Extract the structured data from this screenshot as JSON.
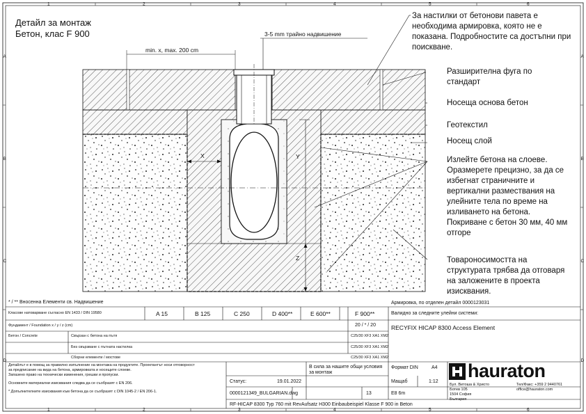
{
  "frame": {
    "col_markers": [
      "1",
      "2",
      "3",
      "4",
      "5",
      "6"
    ],
    "row_markers": [
      "A",
      "B",
      "C",
      "D"
    ]
  },
  "title": {
    "line1": "Детайл за монтаж",
    "line2": "Бетон, клас F 900"
  },
  "dims": {
    "min_x": "min. x, max. 200 cm",
    "gap": "3-5 mm трайно надвишение",
    "x": "X",
    "y": "Y",
    "z": "Z"
  },
  "callouts": {
    "pavers": [
      "За настилки от бетонови павета е",
      "необходима армировка, която не е",
      "показана. Подробностите са достъпни при",
      "поискване."
    ],
    "joint": [
      "Разширителна фуга по",
      "стандарт"
    ],
    "base": "Носеща основа бетон",
    "geotextile": "Геотекстил",
    "bearing": "Носещ слой",
    "pour": [
      "Излейте бетона на слоеве.",
      "Оразмерете прецизно, за да се",
      "избегнат страничните и",
      "вертикални размествания на",
      "улейните тела по време на",
      "изливането на бетона.",
      "Покриване с бетон 30 мм, 40 мм",
      "отгоре"
    ],
    "load": [
      "Товароносимостта на",
      "структурата трябва да отговаря",
      "на заложените в проекта",
      "изисквания."
    ]
  },
  "footer_note": {
    "left": "* / ** Вносенна Елементи св. Надвишение",
    "right": "Армировка, по отделен детайл 0000123031"
  },
  "table": {
    "load_class_label": "Класове натоварване съгласно EN 1433 / DIN 19580",
    "classes": [
      "A 15",
      "B 125",
      "C 250",
      "D 400**",
      "E 600**",
      "F 900**"
    ],
    "x_row_label": "Фундамент  /  Foundation  x / y / z (cm)",
    "x_val": "20 / * / 20",
    "concrete_label": "Бетон  /  Concrete",
    "concrete_val": "C25/30 XF3 XA1 XM2",
    "rows": [
      {
        "label": "Свързан с бетона на пътя",
        "val": "C25/30 XF3 XA1 XM2"
      },
      {
        "label": "Без свързване с пътната настилка",
        "val": "C25/30 XF3 XA1 XM2"
      },
      {
        "label": "Сборни елементи / мостове",
        "val": "C25/30 XF3 XA1 XM2"
      }
    ],
    "disclaimer": [
      "Детайлът е в помощ за правилно изпълнение на монтажа на продуктите. Проектантът носи отговорност",
      "за предписание на вида на бетона, армировката и носещите слоеве.",
      "Запазено право на технически изменения, грешки и пропуски.",
      "Основните материални изисквания следва да се съобразят с EN 206.",
      "* Допълнителните изисквания към бетона да се съобразят с DIN 1045-2 / EN 206-1."
    ],
    "valid_for_label": "Валидно за следните улейни системи:",
    "product": "RECYFIX HICAP 8300 Access Element",
    "drawing_number": "0000121349_BULGARIAN.dwg",
    "status_label": "Статус:",
    "status_date": "19.01.2022",
    "version_label": "В сила за нашите общи условия за монтаж",
    "sheet_no": "13",
    "revision": "E8 6m",
    "format_label": "Формат DIN",
    "format_value": "A4",
    "scale_label": "Мащаб",
    "scale_value": "1:12",
    "footer_title": "RF-HICAP 8300 Typ 760 mit RevAufsatz H300 Einbaubeispiel Klasse F 900 in Beton"
  },
  "company": {
    "name": "hauraton",
    "address": [
      "Бул. Витоша & Христо",
      "Ботев 105",
      "1504 София",
      "България"
    ],
    "phone": "Тел/Факс: +359 2 9440761",
    "email": "office@hauraton.com"
  },
  "colors": {
    "line": "#111111",
    "hatch": "#222222",
    "concrete_fill": "#f4f4f4"
  }
}
